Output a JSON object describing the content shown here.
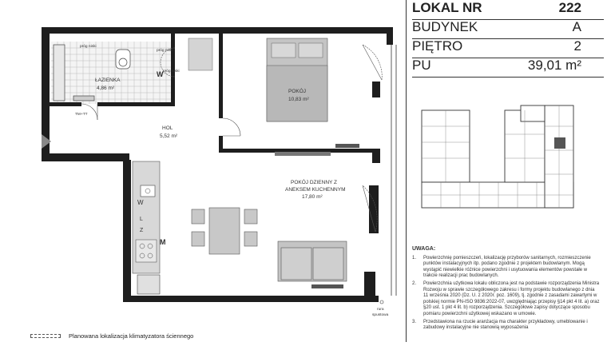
{
  "info": {
    "lokal_label": "LOKAL NR",
    "lokal_value": "222",
    "budynek_label": "BUDYNEK",
    "budynek_value": "A",
    "pietro_label": "PIĘTRO",
    "pietro_value": "2",
    "pu_label": "PU",
    "pu_value": "39,01 m²"
  },
  "rooms": {
    "lazienka_name": "ŁAZIENKA",
    "lazienka_area": "4,86 m²",
    "pokoj_name": "POKÓJ",
    "pokoj_area": "10,83 m²",
    "hol_name": "HOL",
    "hol_area": "5,52 m²",
    "dzienny_name_1": "POKÓJ DZIENNY Z",
    "dzienny_name_2": "ANEKSEM KUCHENNYM",
    "dzienny_area": "17,80 m²"
  },
  "plan_labels": {
    "prog_niski_1": "próg niski",
    "prog_niski_2": "próg niski",
    "prog_niski_3": "próg niski",
    "tm_tt": "TM+TT",
    "w_mark_1": "W",
    "w_mark_2": "W",
    "m_mark": "M",
    "l_mark": "L",
    "z_mark": "Z",
    "rura_1": "rura",
    "rura_2": "spustowa"
  },
  "notes": {
    "title": "UWAGA:",
    "items": [
      {
        "num": "1.",
        "text": "Powierzchnię pomieszczeń, lokalizację przyborów sanitarnych, rozmieszczenie punktów instalacyjnych itp. podano zgodnie z projektem budowlanym. Mogą wystąpić niewielkie różnice powierzchni i usytuowania elementów powstałe w trakcie realizacji prac budowlanych."
      },
      {
        "num": "2.",
        "text": "Powierzchnia użytkowa lokalu obliczona jest na podstawie rozporządzenia Ministra Rozwoju w sprawie szczegółowego zakresu i formy projektu budowlanego z dnia 11 września 2020 (Dz. U. z 2020r. poz. 1609), tj. zgodnie z zasadami zawartymi w polskiej normie PN-ISO 9836:2022-07, uwzględniając przepisy §14 pkt 4 lit. a) oraz §20 ust. 1 pkt 4 lit. b) rozporządzenia. Szczegółowe zapisy dotyczące sposobu pomiaru powierzchni użytkowej wskazano w umowie."
      },
      {
        "num": "3.",
        "text": "Przedstawiona na rzucie aranżacja ma charakter przykładowy, umeblowanie i zabudowy instalacyjne nie stanowią wyposażenia"
      }
    ]
  },
  "legend": {
    "text": "Planowana lokalizacja klimatyzatora ściennego"
  },
  "colors": {
    "wall": "#1e1e1e",
    "highlight_unit": "#555555",
    "furniture": "#bfbfbf",
    "tile": "#9a9a9a"
  }
}
